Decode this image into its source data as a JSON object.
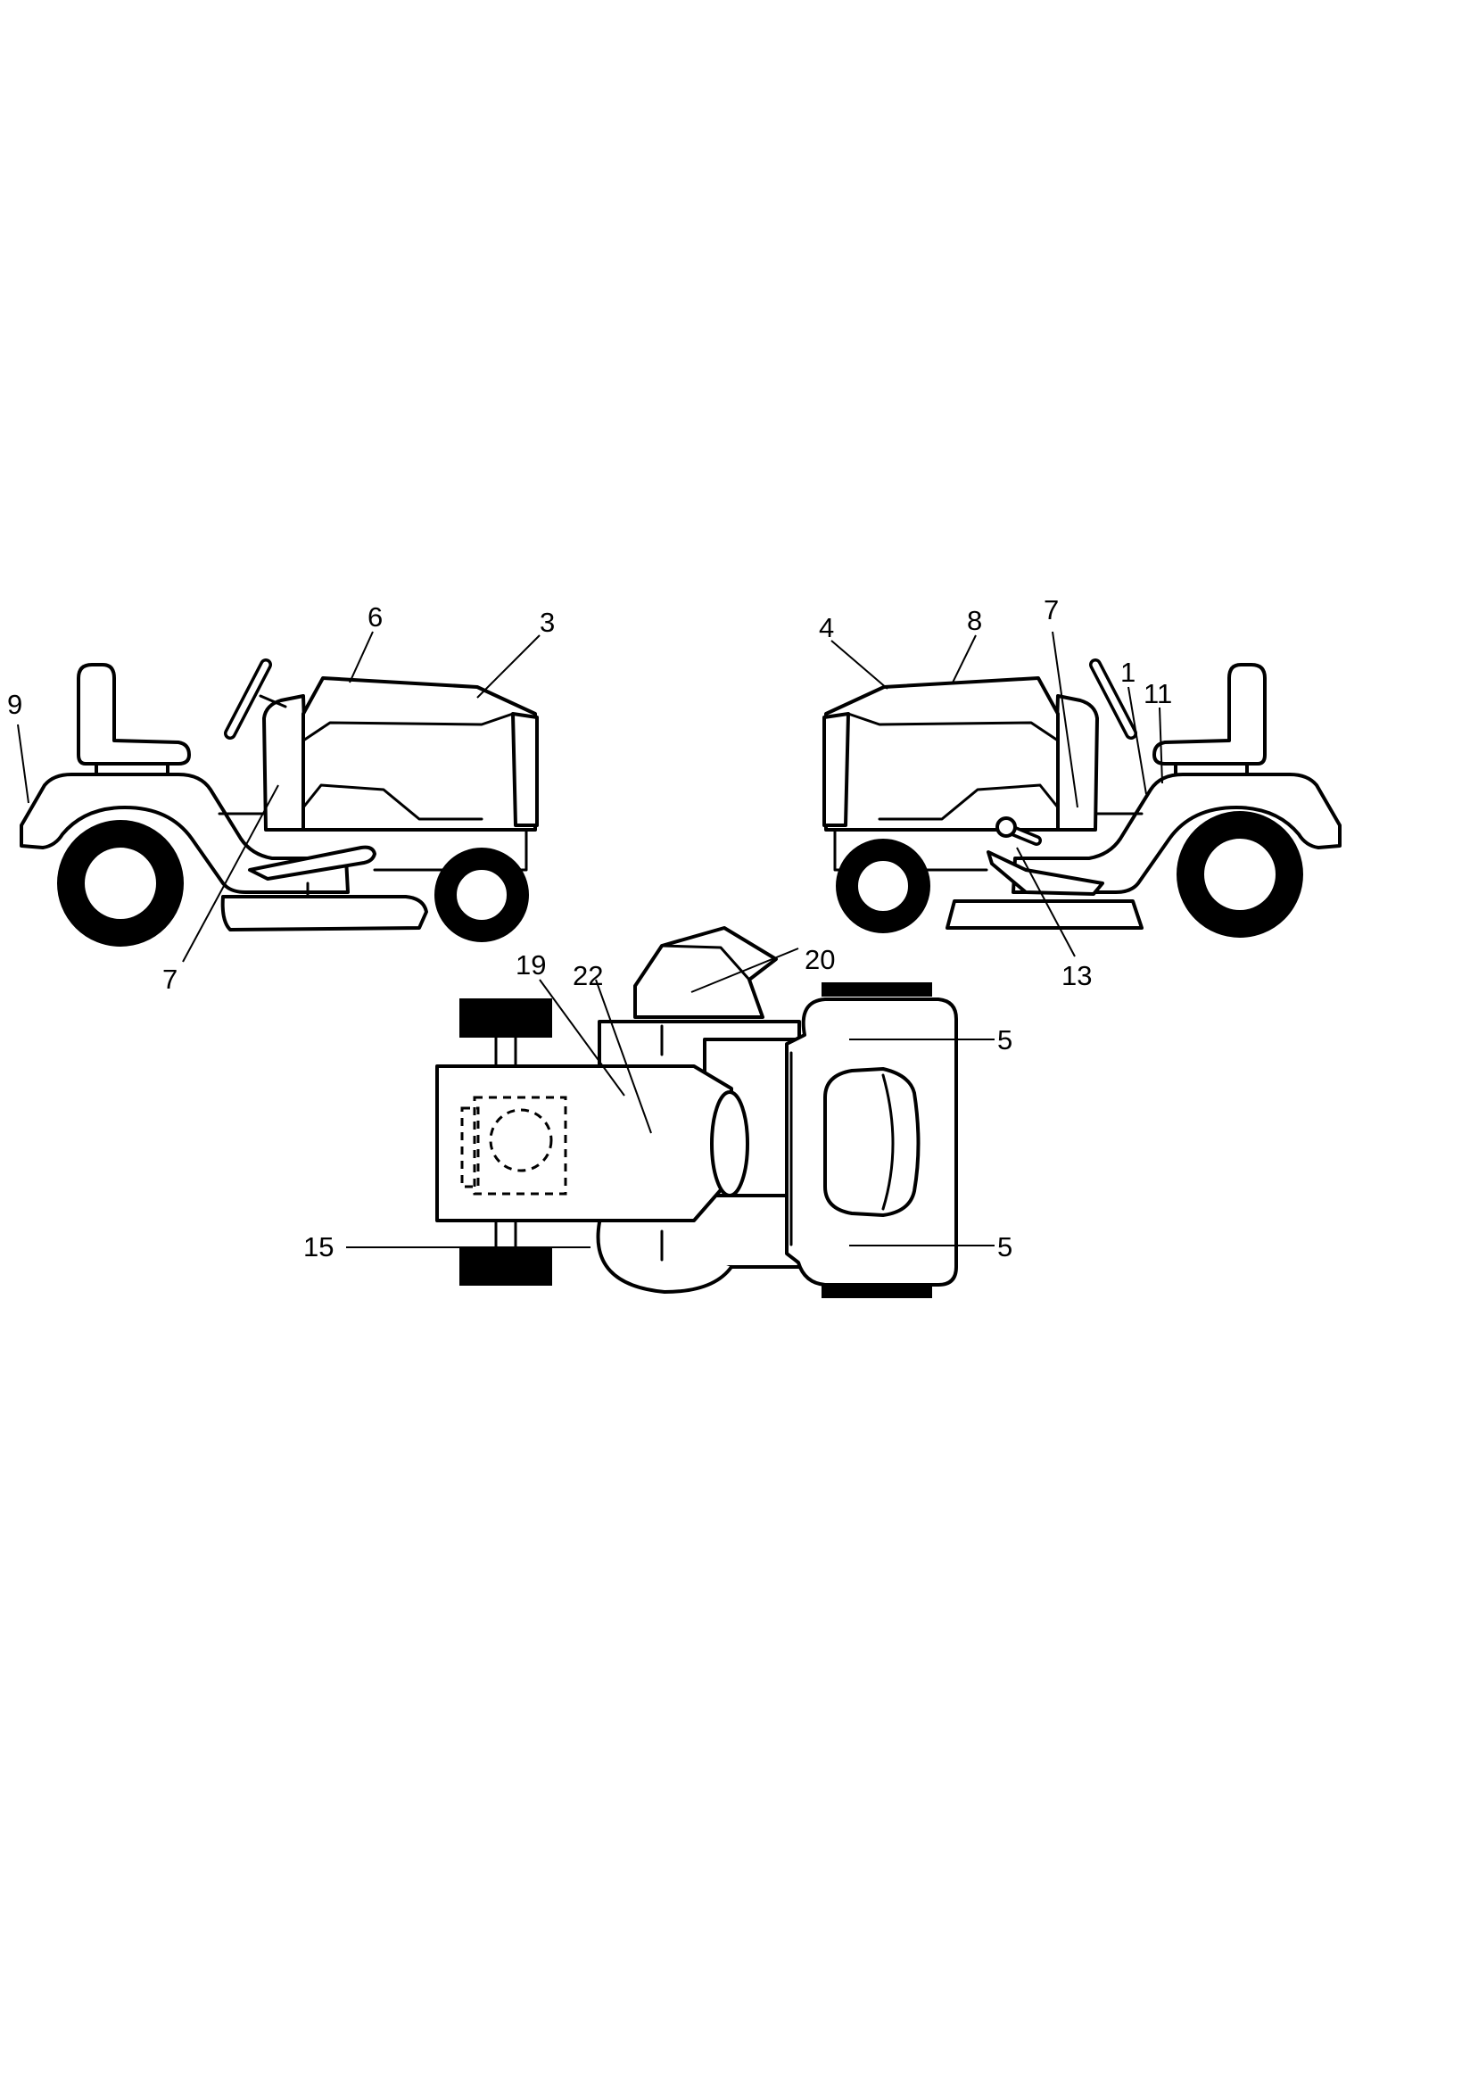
{
  "callouts": {
    "left_view": {
      "hood_top": "6",
      "hood_front": "3",
      "rear_fender": "9",
      "dash_panel": "7"
    },
    "right_view": {
      "hood_front": "4",
      "hood_top": "8",
      "dash_panel": "7",
      "seat_pan_front": "1",
      "seat_pan_rear": "11",
      "lift_lever": "13"
    },
    "top_view": {
      "hood_side_left": "19",
      "hood_top": "22",
      "chute": "20",
      "fender_upper": "5",
      "fender_lower": "5",
      "axle_side": "15"
    }
  }
}
